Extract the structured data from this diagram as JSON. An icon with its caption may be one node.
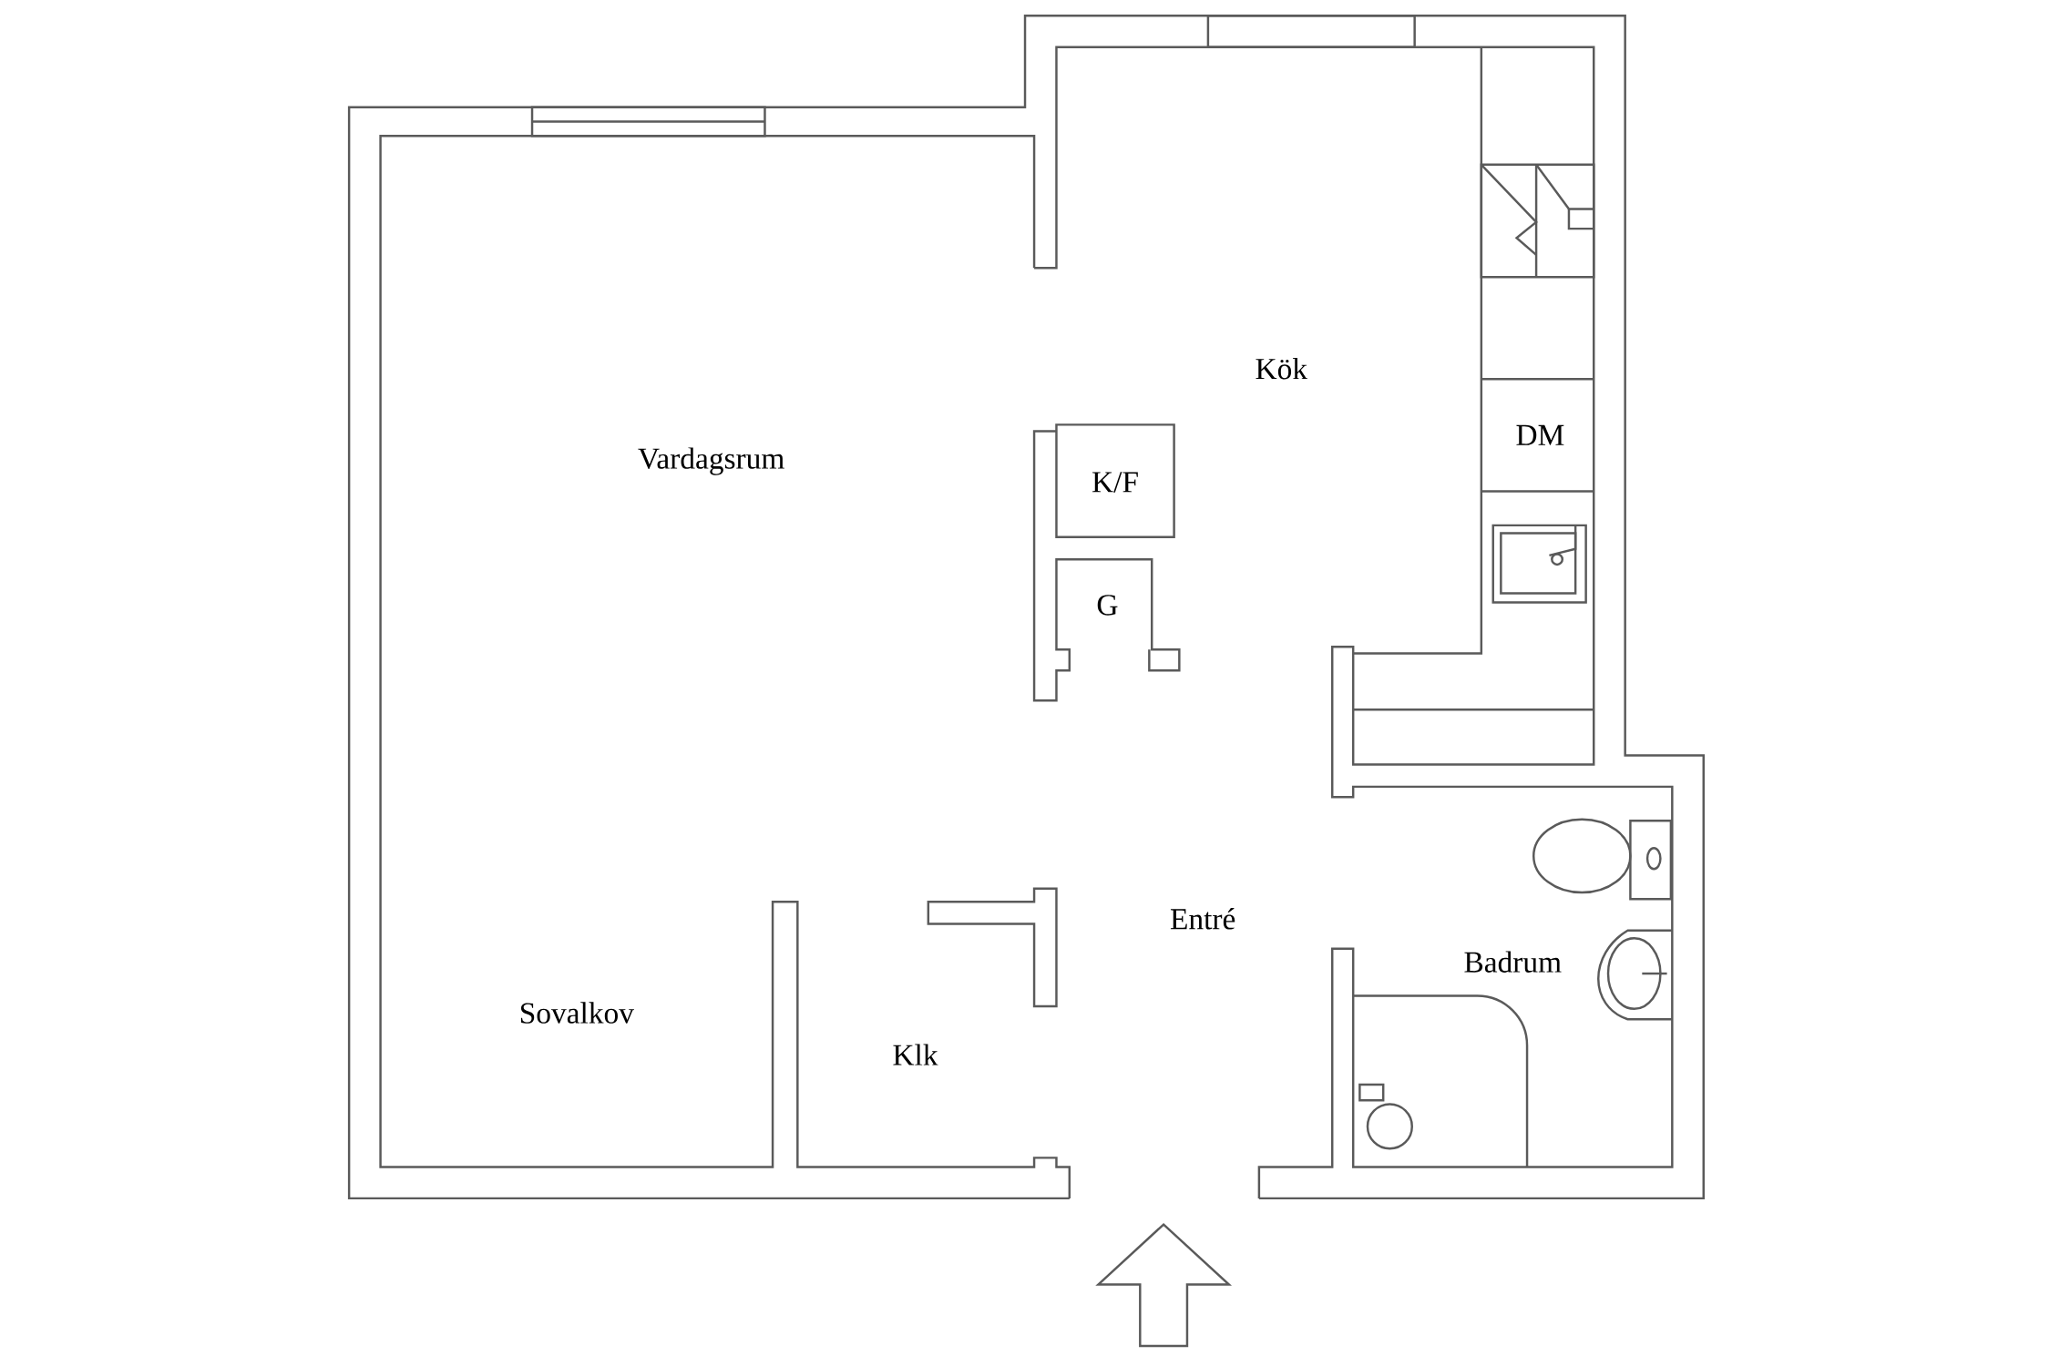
{
  "diagram": {
    "labels": [
      "Kök",
      "Vardagsrum",
      "DM",
      "K/F",
      "G",
      "Entré",
      "Badrum",
      "Sovalkov",
      "Klk"
    ]
  }
}
